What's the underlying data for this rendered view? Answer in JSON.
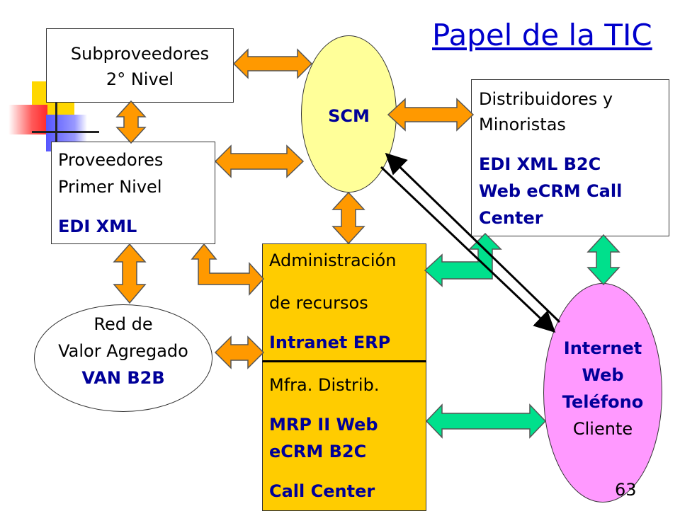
{
  "title": "Papel de la TIC",
  "page_number": "63",
  "colors": {
    "orange_arrow": "#FF9900",
    "green_arrow": "#00D68A",
    "scm_fill": "#FFFF99",
    "ar_fill": "#FFCC00",
    "cliente_fill": "#FF99FF",
    "label_blue": "#000099"
  },
  "nodes": {
    "subproveedores": {
      "line1": "Subproveedores",
      "line2": "2° Nivel"
    },
    "scm": {
      "label": "SCM"
    },
    "distribuidores": {
      "line1": "Distribuidores y",
      "line2": "Minoristas",
      "tech1": "EDI XML B2C",
      "tech2": "Web eCRM Call",
      "tech3": "Center"
    },
    "proveedores": {
      "line1": "Proveedores",
      "line2": "Primer Nivel",
      "tech": "EDI XML"
    },
    "admin": {
      "line1": "Administración",
      "line2": "de recursos",
      "tech": "Intranet ERP"
    },
    "mfra": {
      "line1": "Mfra. Distrib.",
      "tech1": "MRP II  Web",
      "tech2": "eCRM B2C",
      "tech3": "Call Center"
    },
    "red": {
      "line1": "Red de",
      "line2": "Valor Agregado",
      "tech": "VAN B2B"
    },
    "cliente": {
      "tech1": "Internet",
      "tech2": "Web",
      "tech3": "Teléfono",
      "line1": "Cliente"
    }
  }
}
